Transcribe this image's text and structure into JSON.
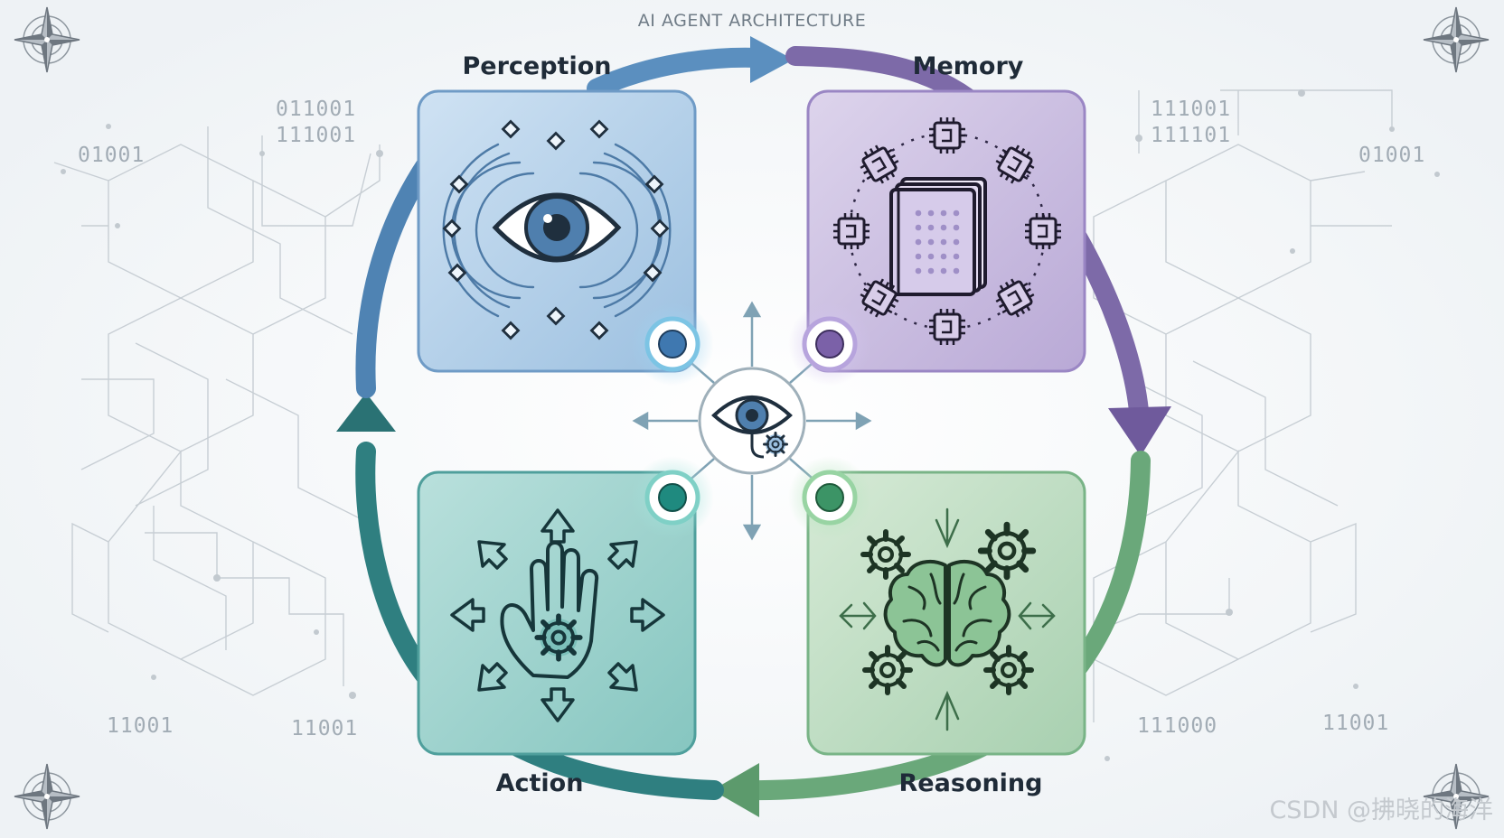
{
  "title": "AI AGENT ARCHITECTURE",
  "quadrants": {
    "perception": {
      "label": "Perception",
      "color": "#4f83b3"
    },
    "memory": {
      "label": "Memory",
      "color": "#7d6aa8"
    },
    "reasoning": {
      "label": "Reasoning",
      "color": "#5c9a6c"
    },
    "action": {
      "label": "Action",
      "color": "#2f7f80"
    }
  },
  "binary_left": [
    "011001",
    "111001",
    "01001",
    "11001",
    "11001"
  ],
  "binary_right": [
    "111001",
    "111101",
    "01001",
    "111000",
    "11001"
  ],
  "watermark": "CSDN @拂晓的海洋",
  "icons": [
    "compass-rose-icon",
    "eye-icon",
    "book-icon",
    "chip-icon",
    "brain-icon",
    "gear-icon",
    "hand-icon",
    "arrow-icon"
  ]
}
